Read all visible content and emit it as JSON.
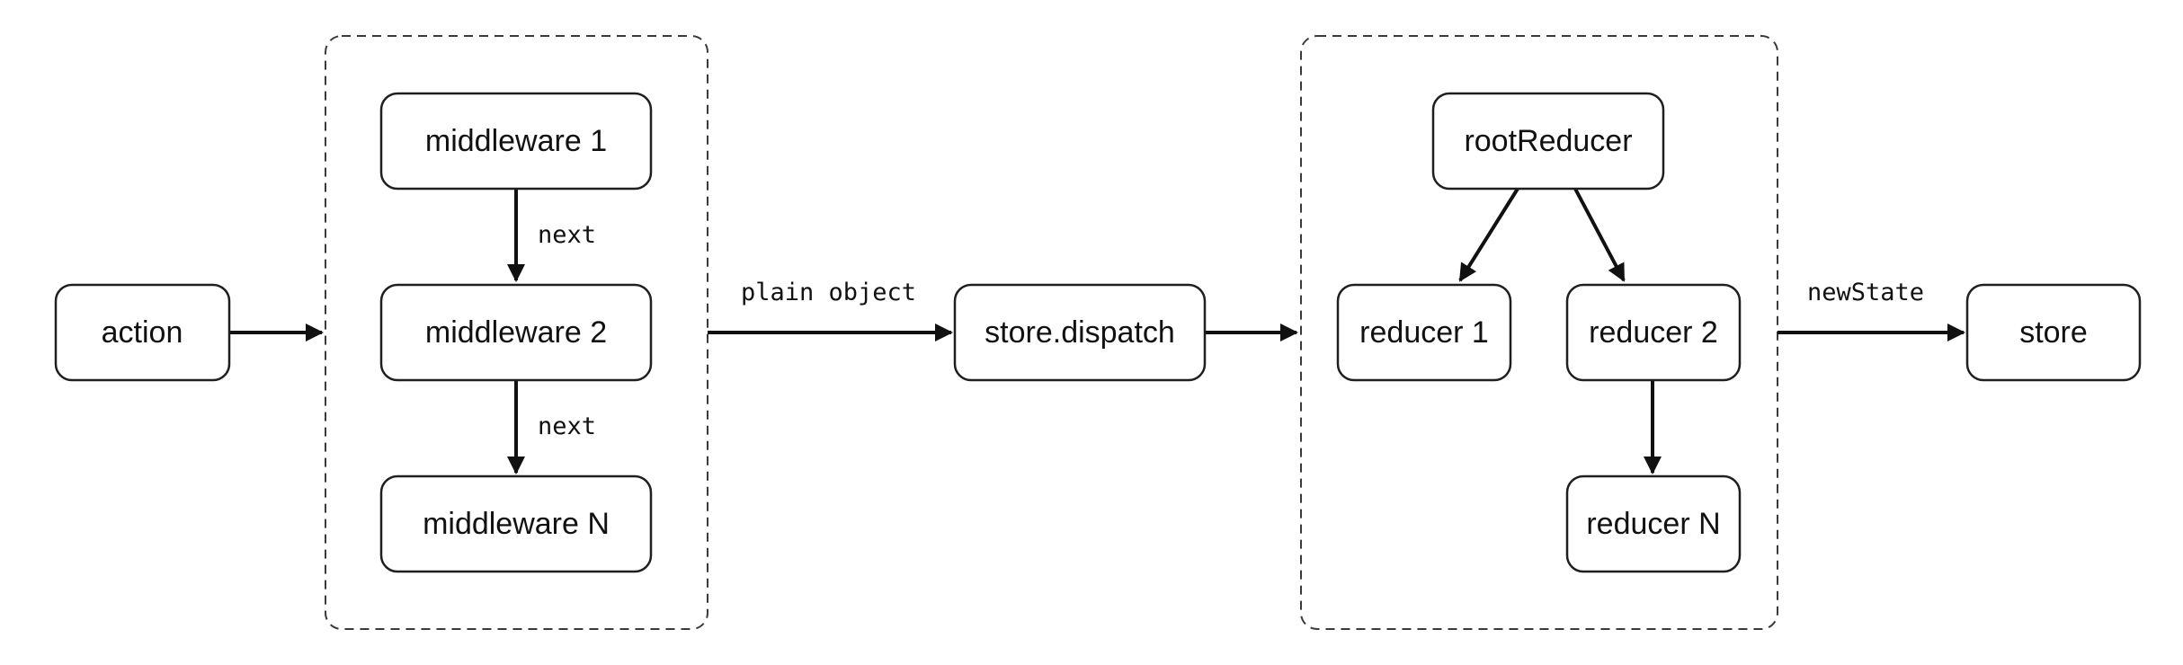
{
  "nodes": {
    "action": "action",
    "middleware_1": "middleware 1",
    "middleware_2": "middleware 2",
    "middleware_n": "middleware N",
    "store_dispatch": "store.dispatch",
    "root_reducer": "rootReducer",
    "reducer_1": "reducer 1",
    "reducer_2": "reducer 2",
    "reducer_n": "reducer N",
    "store": "store"
  },
  "edge_labels": {
    "next_1": "next",
    "next_2": "next",
    "plain_object": "plain object",
    "new_state": "newState"
  }
}
